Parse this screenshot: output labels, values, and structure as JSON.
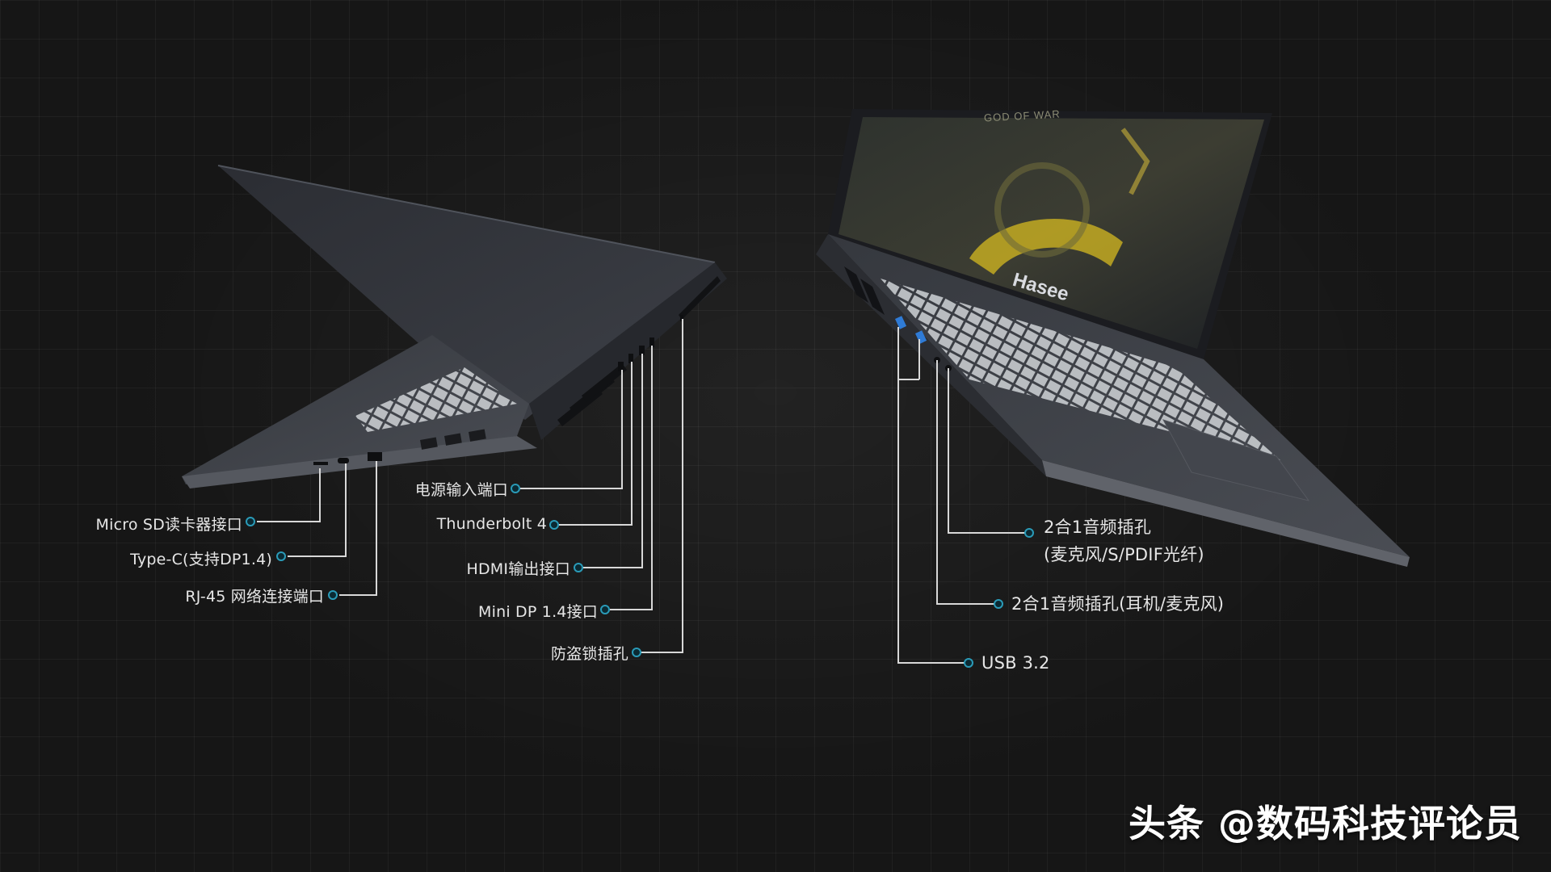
{
  "brand_logo": "Hasee",
  "left_laptop": {
    "ports": [
      {
        "name": "micro-sd-port-label",
        "text": "Micro SD读卡器接口"
      },
      {
        "name": "type-c-port-label",
        "text": "Type-C(支持DP1.4)"
      },
      {
        "name": "rj45-port-label",
        "text": "RJ-45 网络连接端口"
      },
      {
        "name": "power-input-port-label",
        "text": "电源输入端口"
      },
      {
        "name": "thunderbolt-port-label",
        "text": "Thunderbolt 4"
      },
      {
        "name": "hdmi-port-label",
        "text": "HDMI输出接口"
      },
      {
        "name": "mini-dp-port-label",
        "text": "Mini DP 1.4接口"
      },
      {
        "name": "security-lock-slot-label",
        "text": "防盗锁插孔"
      }
    ]
  },
  "right_laptop": {
    "ports": [
      {
        "name": "audio-combo-optical-label",
        "text": "2合1音频插孔",
        "subtext": "(麦克风/S/PDIF光纤)"
      },
      {
        "name": "audio-combo-headset-label",
        "text": "2合1音频插孔(耳机/麦克风)"
      },
      {
        "name": "usb-port-label",
        "text": "USB 3.2"
      }
    ]
  },
  "screen_artwork_text": "GOD OF WAR",
  "watermark": "头条 @数码科技评论员",
  "colors": {
    "background": "#161616",
    "callout_line": "#d8d8d8",
    "callout_dot": "#2a9bb8",
    "usb_port_blue": "#2f7bd6",
    "screen_accent_yellow": "#e0c020"
  }
}
